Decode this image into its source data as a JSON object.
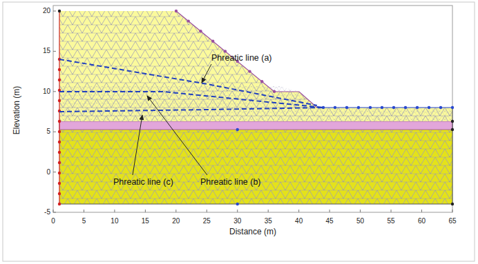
{
  "diagram": {
    "labels": [
      "Elevation (m)",
      "Distance (m)",
      "20",
      "15",
      "10",
      "5",
      "0",
      "-5",
      "0",
      "5",
      "10",
      "15",
      "20",
      "25",
      "30",
      "35",
      "40",
      "45",
      "50",
      "55",
      "60",
      "65",
      "Phreatic line (a)",
      "Phreatic line (b)",
      "Phreatic line (c)"
    ]
  }
}
